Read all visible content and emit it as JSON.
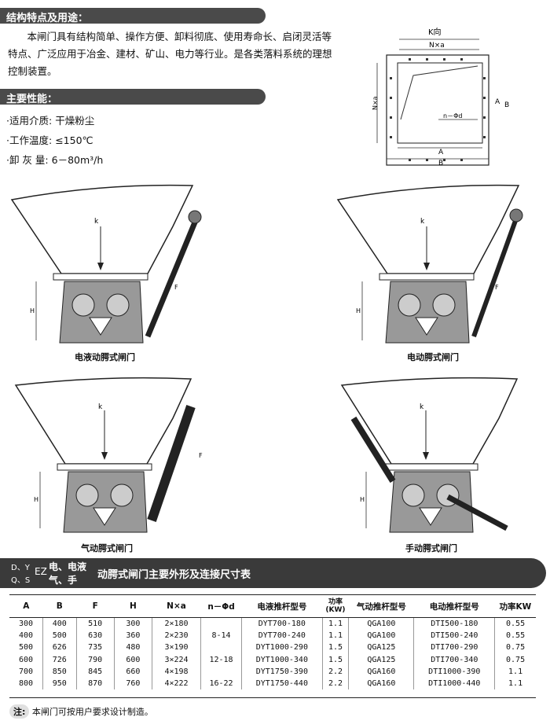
{
  "section1": {
    "title": "结构特点及用途：",
    "desc": [
      "　本闸门具有结构简单、操作方便、卸料彻底、使用寿命长、启闭灵活等",
      "特点、广泛应用于冶金、建材、矿山、电力等行业。是各类落料系统的理想",
      "控制装置。"
    ]
  },
  "section2": {
    "title": "主要性能：",
    "specs": [
      {
        "label": "适用介质:",
        "value": "干燥粉尘"
      },
      {
        "label": "工作温度:",
        "value": "≤150℃"
      },
      {
        "label": "卸 灰 量:",
        "value": "6－80m³/h"
      }
    ]
  },
  "kview": {
    "title": "K向",
    "top_dim": "N×a",
    "side_dim": "N×a",
    "hole": "n－Φd",
    "a": "A",
    "b": "B"
  },
  "diagrams": [
    {
      "caption": "电液动腭式闸门",
      "k": "k",
      "h": "H",
      "f": "F"
    },
    {
      "caption": "电动腭式闸门",
      "k": "k",
      "h": "H",
      "f": "F"
    },
    {
      "caption": "气动腭式闸门",
      "k": "k",
      "h": "H",
      "f": "F"
    },
    {
      "caption": "手动腭式闸门",
      "k": "k",
      "h": "H"
    }
  ],
  "table_section": {
    "prefix_top": "D、Y",
    "prefix_bottom": "Q、S",
    "ez": "EZ",
    "type_top": "电、电液",
    "type_bottom": "气、手",
    "title": "动腭式闸门主要外形及连接尺寸表"
  },
  "table": {
    "headers": [
      "A",
      "B",
      "F",
      "H",
      "N×a",
      "n－Φd",
      "电液推杆型号",
      "功率(KW)",
      "气动推杆型号",
      "电动推杆型号",
      "功率KW"
    ],
    "rows": [
      [
        "300",
        "400",
        "510",
        "300",
        "2×180",
        "",
        "DYT700-180",
        "1.1",
        "QGA100",
        "DTI500-180",
        "0.55"
      ],
      [
        "400",
        "500",
        "630",
        "360",
        "2×230",
        "8-14",
        "DYT700-240",
        "1.1",
        "QGA100",
        "DTI500-240",
        "0.55"
      ],
      [
        "500",
        "626",
        "735",
        "480",
        "3×190",
        "",
        "DYT1000-290",
        "1.5",
        "QGA125",
        "DTI700-290",
        "0.75"
      ],
      [
        "600",
        "726",
        "790",
        "600",
        "3×224",
        "12-18",
        "DYT1000-340",
        "1.5",
        "QGA125",
        "DTI700-340",
        "0.75"
      ],
      [
        "700",
        "850",
        "845",
        "660",
        "4×198",
        "",
        "DYT1750-390",
        "2.2",
        "QGA160",
        "DTI1000-390",
        "1.1"
      ],
      [
        "800",
        "950",
        "870",
        "760",
        "4×222",
        "16-22",
        "DYT1750-440",
        "2.2",
        "QGA160",
        "DTI1000-440",
        "1.1"
      ]
    ]
  },
  "note": {
    "label": "注:",
    "text": "本闸门可按用户要求设计制造。"
  }
}
